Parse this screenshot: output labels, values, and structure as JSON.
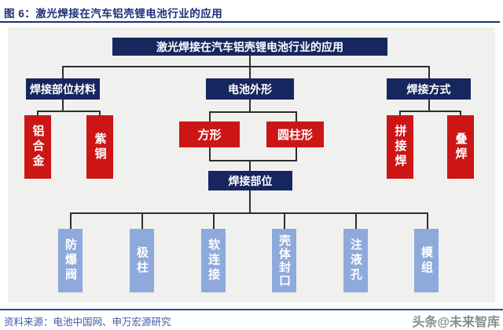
{
  "figure": {
    "caption": "图 6：激光焊接在汽车铝壳锂电池行业的应用",
    "source": "资料来源：电池中国网、申万宏源研究",
    "watermark": "头条@未来智库"
  },
  "diagram": {
    "type": "flowchart",
    "root_label": "激光焊接在汽车铝壳锂电池行业的应用",
    "branches": [
      {
        "label": "焊接部位材料",
        "children": [
          "铝合金",
          "紫铜"
        ]
      },
      {
        "label": "电池外形",
        "children": [
          "方形",
          "圆柱形"
        ]
      },
      {
        "label": "焊接方式",
        "children": [
          "拼接焊",
          "叠焊"
        ]
      }
    ],
    "weld_parts": {
      "label": "焊接部位",
      "children": [
        "防爆阀",
        "极柱",
        "软连接",
        "壳体封口",
        "注液孔",
        "模组"
      ]
    }
  },
  "colors": {
    "navy_box": "#16265e",
    "red_box": "#cc1616",
    "light_blue_box": "#8ea9db",
    "caption_blue": "#1c2e7d",
    "source_blue": "#3b5aa5",
    "watermark_gray": "#8c8c8c",
    "panel_gray": "#f0f0ee",
    "connector": "#2e2e2e"
  }
}
